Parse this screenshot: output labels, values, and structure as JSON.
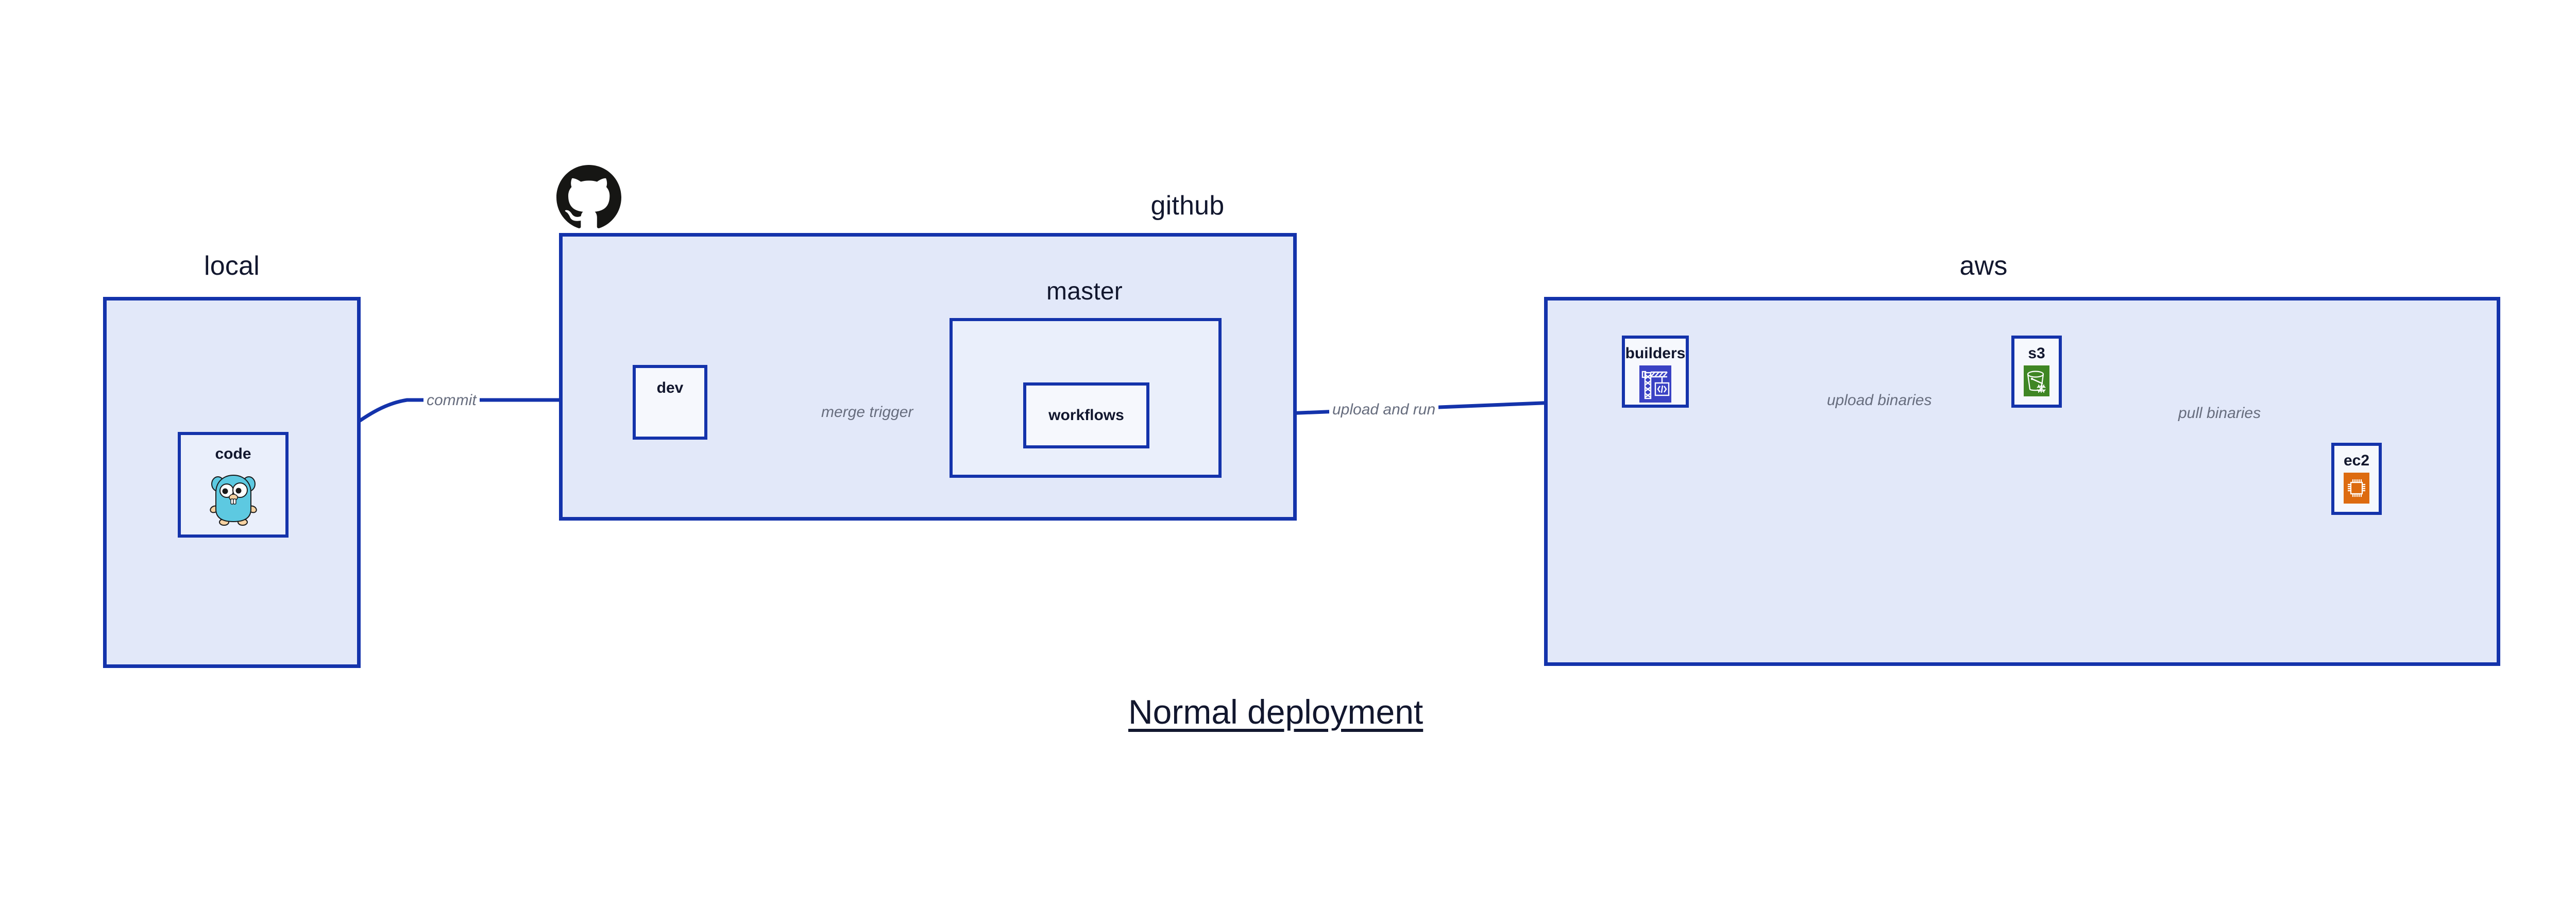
{
  "diagram": {
    "title": "Normal deployment",
    "background": "#ffffff",
    "accent_border": "#1433ab",
    "group_fill": "#e2e8f9",
    "node_fill": "#eaeffb",
    "label_color": "#12172e",
    "edge_label_color": "#676d7e"
  },
  "groups": [
    {
      "id": "local",
      "label": "local"
    },
    {
      "id": "github",
      "label": "github"
    },
    {
      "id": "aws",
      "label": "aws"
    }
  ],
  "subgroups": [
    {
      "id": "master",
      "label": "master",
      "parent": "github"
    }
  ],
  "nodes": [
    {
      "id": "code",
      "label": "code",
      "icon": "go-gopher-icon",
      "parent": "local"
    },
    {
      "id": "dev",
      "label": "dev",
      "icon": null,
      "parent": "github"
    },
    {
      "id": "workflows",
      "label": "workflows",
      "icon": null,
      "parent": "master"
    },
    {
      "id": "builders",
      "label": "builders",
      "icon": "aws-crane-icon",
      "parent": "aws",
      "icon_color": "#3a42c4"
    },
    {
      "id": "s3",
      "label": "s3",
      "icon": "aws-s3-glacier-bucket-icon",
      "parent": "aws",
      "icon_color": "#3f8624"
    },
    {
      "id": "ec2",
      "label": "ec2",
      "icon": "aws-ec2-chip-icon",
      "parent": "aws",
      "icon_color": "#dd6b10"
    }
  ],
  "edges": [
    {
      "id": "commit",
      "label": "commit",
      "from": "code",
      "to": "dev"
    },
    {
      "id": "merge-trigger",
      "label": "merge trigger",
      "from": "dev",
      "to": "workflows"
    },
    {
      "id": "upload-run",
      "label": "upload and run",
      "from": "workflows",
      "to": "builders"
    },
    {
      "id": "upload-bin",
      "label": "upload binaries",
      "from": "builders",
      "to": "s3"
    },
    {
      "id": "pull-bin",
      "label": "pull binaries",
      "from": "s3",
      "to": "ec2"
    }
  ],
  "brand_marks": [
    {
      "id": "github-mark",
      "name": "github-octocat-logo",
      "color": "#161614"
    }
  ]
}
